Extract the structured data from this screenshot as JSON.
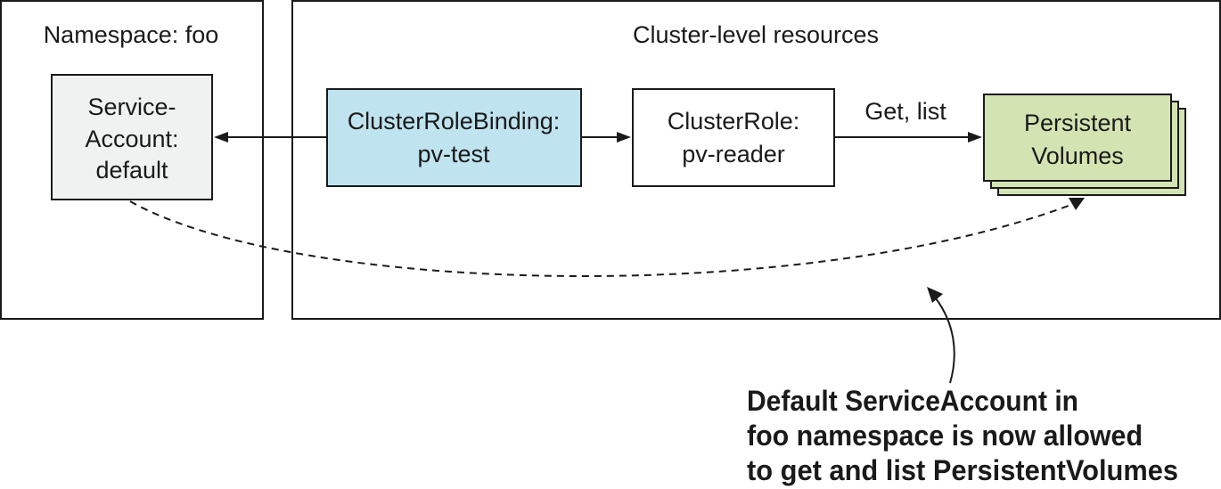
{
  "namespace_panel": {
    "title": "Namespace: foo"
  },
  "cluster_panel": {
    "title": "Cluster-level resources"
  },
  "service_account": {
    "lines": [
      "Service-",
      "Account:",
      "default"
    ]
  },
  "cluster_role_binding": {
    "lines": [
      "ClusterRoleBinding:",
      "pv-test"
    ]
  },
  "cluster_role": {
    "lines": [
      "ClusterRole:",
      "pv-reader"
    ]
  },
  "persistent_volumes": {
    "lines": [
      "Persistent",
      "Volumes"
    ]
  },
  "verbs_label": "Get, list",
  "annotation": {
    "lines": [
      "Default ServiceAccount in",
      "foo namespace is now allowed",
      "to get and list PersistentVolumes"
    ]
  },
  "colors": {
    "service_account_fill": "#f0f2f1",
    "binding_fill": "#bfe3ef",
    "role_fill": "#ffffff",
    "volumes_fill": "#d3e3b2",
    "stroke": "#1a1a1a"
  }
}
